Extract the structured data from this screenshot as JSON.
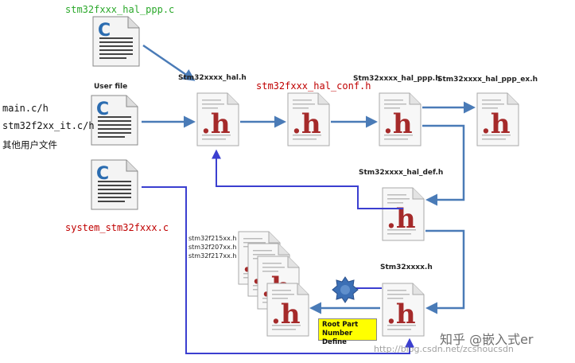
{
  "files": {
    "hal_ppp_c": "stm32fxxx_hal_ppp.c",
    "user_file_label": "User file",
    "user_file_1": "main.c/h",
    "user_file_2": "stm32f2xx_it.c/h",
    "user_file_3": "其他用户文件",
    "system_c": "system_stm32fxxx.c",
    "hal_h": "Stm32xxxx_hal.h",
    "hal_conf_h": "stm32fxxx_hal_conf.h",
    "hal_ppp_h": "Stm32xxxx_hal_ppp.h",
    "hal_ppp_ex_h": "Stm32xxxx_hal_ppp_ex.h",
    "hal_def_h": "Stm32xxxx_hal_def.h",
    "device_h": "Stm32xxxx.h",
    "device_list": [
      "stm32f215xx.h",
      "stm32f207xx.h",
      "stm32f217xx.h"
    ]
  },
  "icons": {
    "c_letter": "C",
    "h_letter": ".h"
  },
  "root_part": {
    "line1": "Root Part",
    "line2": "Number Define"
  },
  "watermark": {
    "brand": "知乎 @嵌入式er",
    "url": "http://blog.csdn.net/zcshoucsdn"
  },
  "colors": {
    "arrow_steel": "#4a7bb7",
    "arrow_blue": "#3b3fd0",
    "h_red": "#a52a2a",
    "c_blue": "#2b6cb0",
    "label_green": "#2aa82a",
    "label_red": "#c00000",
    "highlight_yellow": "#ffff00"
  }
}
